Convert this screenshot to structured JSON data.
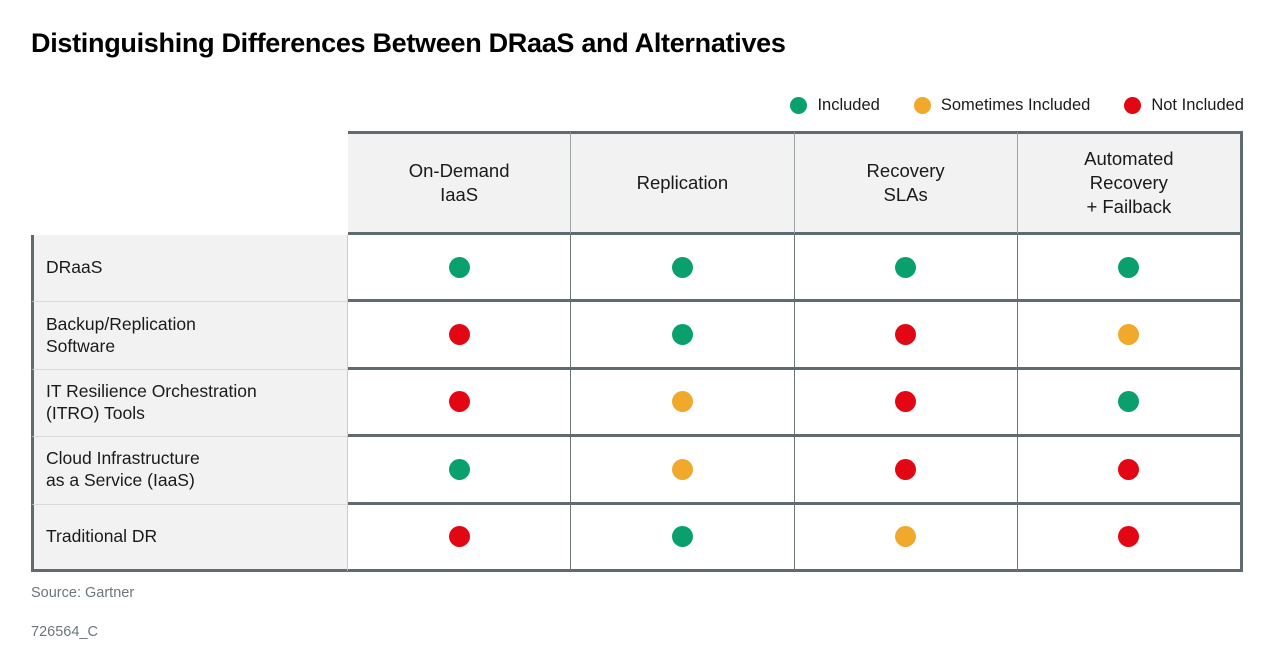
{
  "title": "Distinguishing Differences Between DRaaS and Alternatives",
  "colors": {
    "included": "#0aa06d",
    "sometimes": "#f0a92b",
    "not_included": "#e30613",
    "header_fill": "#f2f2f2",
    "border_dark": "#5f6b6e",
    "border_light": "#d9d9d9",
    "footer_text": "#6d767a"
  },
  "legend": {
    "items": [
      {
        "label": "Included",
        "key": "included"
      },
      {
        "label": "Sometimes Included",
        "key": "sometimes"
      },
      {
        "label": "Not Included",
        "key": "not_included"
      }
    ]
  },
  "footer": {
    "source": "Source: Gartner",
    "doc_id": "726564_C"
  },
  "chart_data": {
    "type": "table",
    "title": "Distinguishing Differences Between DRaaS and Alternatives",
    "corner_label": "",
    "columns": [
      {
        "line1": "On-Demand",
        "line2": "IaaS",
        "line3": ""
      },
      {
        "line1": "Replication",
        "line2": "",
        "line3": ""
      },
      {
        "line1": "Recovery",
        "line2": "SLAs",
        "line3": ""
      },
      {
        "line1": "Automated",
        "line2": "Recovery",
        "line3": "+ Failback"
      }
    ],
    "categories": [
      "On-Demand IaaS",
      "Replication",
      "Recovery SLAs",
      "Automated Recovery + Failback"
    ],
    "legend_values": [
      "included",
      "sometimes",
      "not_included"
    ],
    "rows": [
      {
        "line1": "DRaaS",
        "line2": "",
        "label": "DRaaS",
        "values": [
          "included",
          "included",
          "included",
          "included"
        ]
      },
      {
        "line1": "Backup/Replication",
        "line2": "Software",
        "label": "Backup/Replication Software",
        "values": [
          "not_included",
          "included",
          "not_included",
          "sometimes"
        ]
      },
      {
        "line1": "IT Resilience Orchestration",
        "line2": "(ITRO) Tools",
        "label": "IT Resilience Orchestration (ITRO) Tools",
        "values": [
          "not_included",
          "sometimes",
          "not_included",
          "included"
        ]
      },
      {
        "line1": "Cloud Infrastructure",
        "line2": "as a Service (IaaS)",
        "label": "Cloud Infrastructure as a Service (IaaS)",
        "values": [
          "included",
          "sometimes",
          "not_included",
          "not_included"
        ]
      },
      {
        "line1": "Traditional DR",
        "line2": "",
        "label": "Traditional DR",
        "values": [
          "not_included",
          "included",
          "sometimes",
          "not_included"
        ]
      }
    ]
  }
}
